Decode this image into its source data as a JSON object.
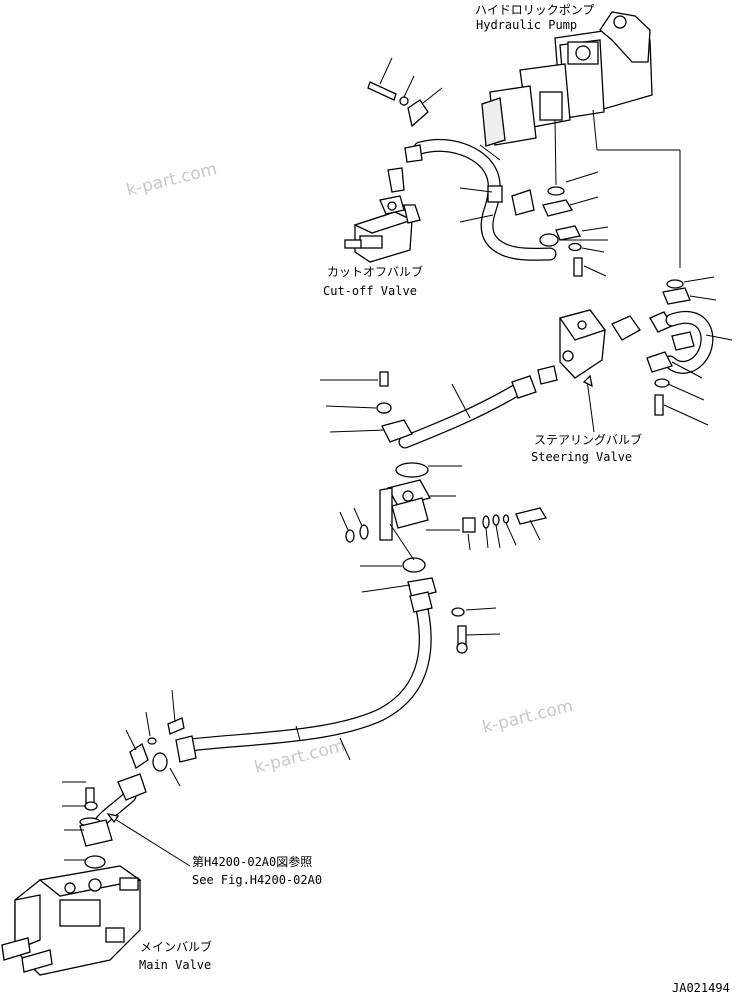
{
  "labels": {
    "pump_jp": "ハイドロリックポンプ",
    "pump_en": "Hydraulic Pump",
    "cutoff_jp": "カットオフバルブ",
    "cutoff_en": "Cut-off Valve",
    "steering_jp": "ステアリングバルブ",
    "steering_en": "Steering Valve",
    "fig_ref_jp": "第H4200-02A0図参照",
    "fig_ref_en": "See Fig.H4200-02A0",
    "main_jp": "メインバルブ",
    "main_en": "Main Valve",
    "drawing_no": "JA021494"
  },
  "watermark": {
    "text": "k-part.com"
  },
  "colors": {
    "line": "#000000",
    "background": "#ffffff",
    "watermark": "#c8c8c8"
  }
}
